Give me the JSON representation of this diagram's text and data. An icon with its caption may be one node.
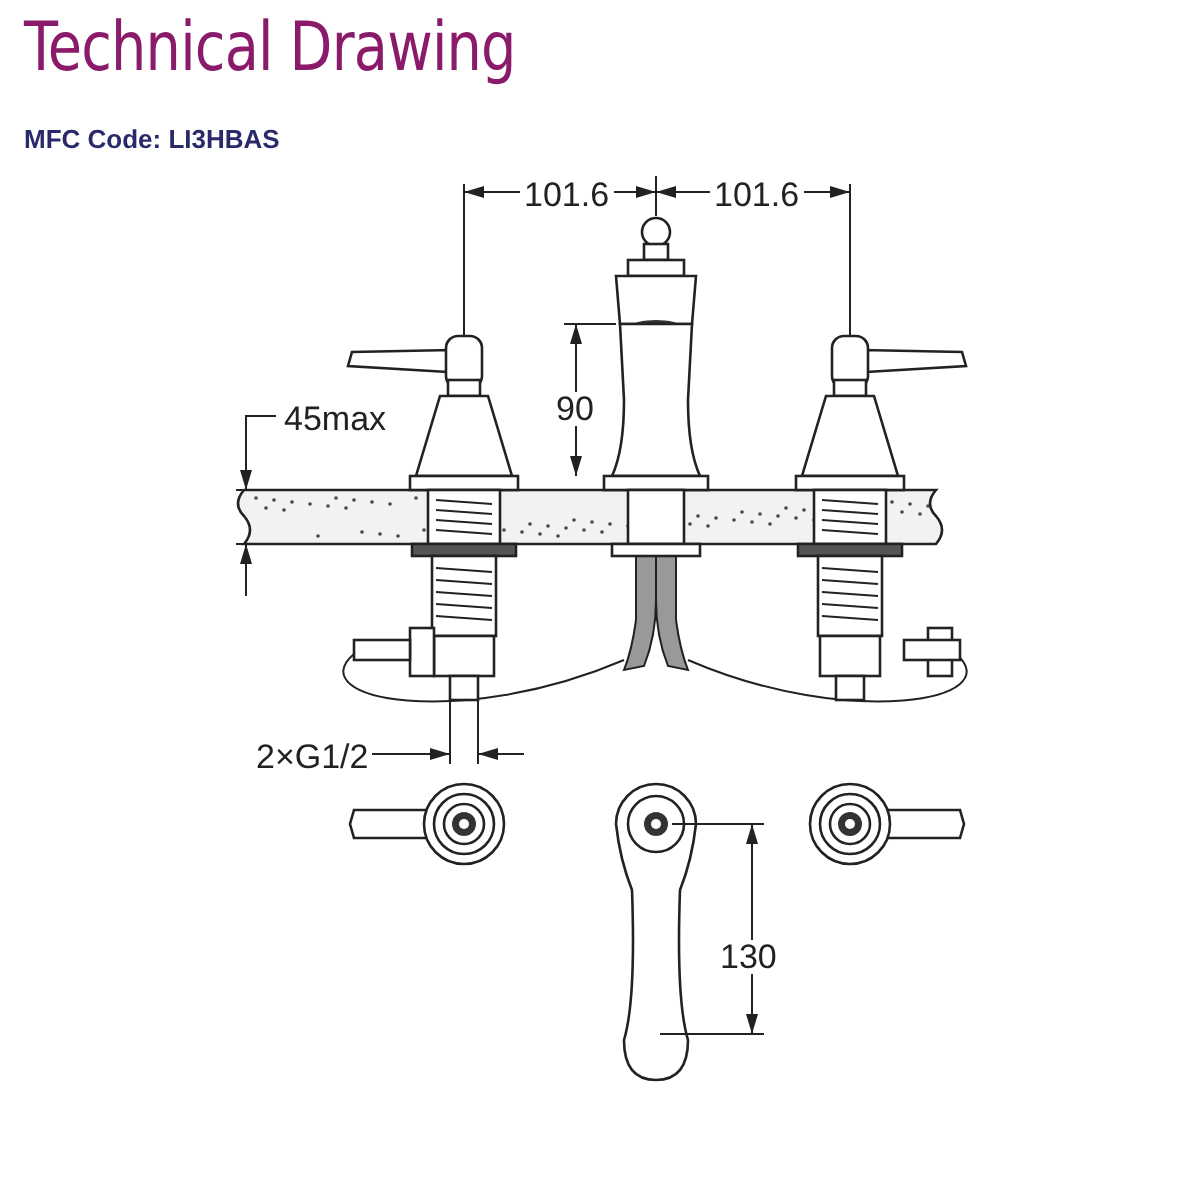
{
  "diagram": {
    "title": "Technical Drawing",
    "labels": [
      "MFC Code: LI3HBAS",
      "101.6",
      "101.6",
      "45max",
      "90",
      "2×G1/2",
      "130"
    ]
  }
}
